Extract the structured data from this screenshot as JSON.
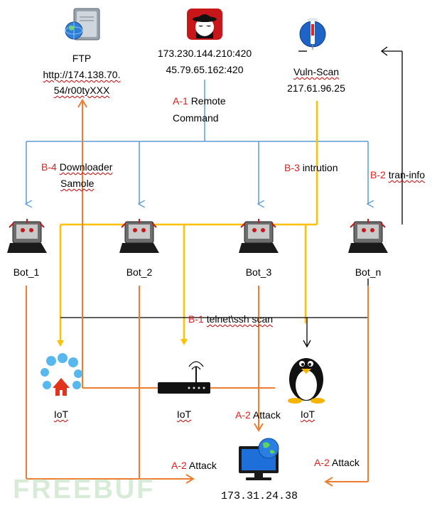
{
  "nodes": {
    "ftp": {
      "title": "FTP",
      "url_line1": "http://174.138.70.",
      "url_line2": "54/r00tyXXX"
    },
    "c2": {
      "ip1": "173.230.144.210:420",
      "ip2": "45.79.65.162:420"
    },
    "vuln": {
      "title": "Vuln-Scan",
      "ip": "217.61.96.25"
    },
    "bots": [
      {
        "label": "Bot_1"
      },
      {
        "label": "Bot_2"
      },
      {
        "label": "Bot_3"
      },
      {
        "label": "Bot_n"
      }
    ],
    "iot": [
      {
        "label": "IoT"
      },
      {
        "label": "IoT"
      },
      {
        "label": "IoT"
      }
    ],
    "target": {
      "ip": "173.31.24.38"
    }
  },
  "edges": {
    "a1": {
      "code": "A-1",
      "text1": "Remote",
      "text2": "Command"
    },
    "b4": {
      "code": "B-4",
      "text1": "Downloader",
      "text2": "Samole"
    },
    "b3": {
      "code": "B-3",
      "text": "intrution"
    },
    "b2": {
      "code": "B-2",
      "text": "tran-info"
    },
    "b1": {
      "code": "B-1",
      "text": "telnet\\ssh scan"
    },
    "a2_iot": {
      "code": "A-2",
      "text": "Attack"
    },
    "a2_left": {
      "code": "A-2",
      "text": "Attack"
    },
    "a2_right": {
      "code": "A-2",
      "text": "Attack"
    }
  },
  "colors": {
    "blue": "#5b9bd5",
    "orange": "#ed7d31",
    "yellow": "#ffc000",
    "black": "#000000",
    "red": "#e02020"
  },
  "watermark": "FREEBUF"
}
